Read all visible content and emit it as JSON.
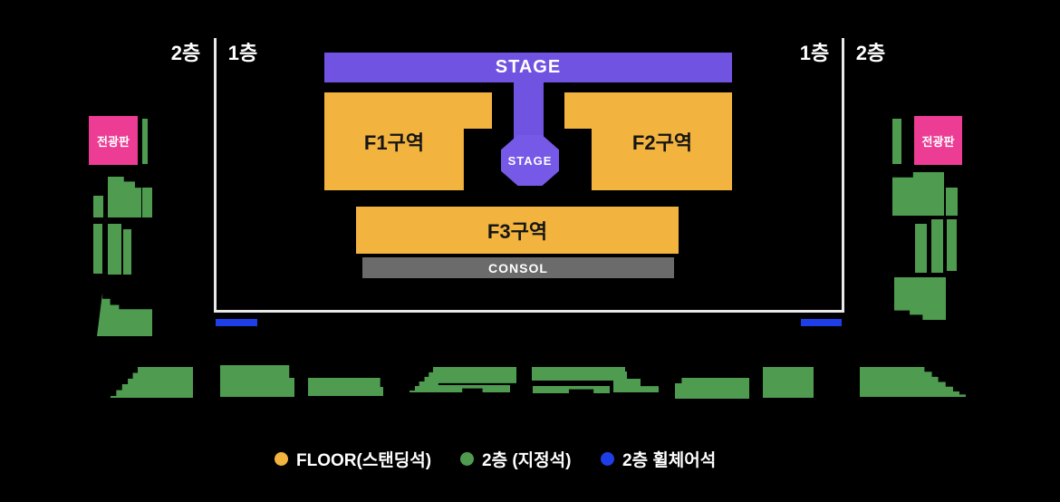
{
  "floor_labels": {
    "top_left_outer": "2층",
    "top_left_inner": "1층",
    "top_right_inner": "1층",
    "top_right_outer": "2층"
  },
  "stage": {
    "bar_label": "STAGE",
    "center_label": "STAGE"
  },
  "sections": {
    "f1_label": "F1구역",
    "f2_label": "F2구역",
    "f3_label": "F3구역",
    "consol_label": "CONSOL"
  },
  "screens": {
    "left_label": "전광판",
    "right_label": "전광판"
  },
  "legend": {
    "items": [
      {
        "name": "floor-standing",
        "label": "FLOOR(스탠딩석)",
        "color": "#F2B33F"
      },
      {
        "name": "second-floor-reserved",
        "label": "2층 (지정석)",
        "color": "#4F9B50"
      },
      {
        "name": "second-floor-wheelchair",
        "label": "2층 휠체어석",
        "color": "#1E3FE8"
      }
    ]
  },
  "colors": {
    "background": "#000000",
    "stage_purple": "#7153E1",
    "stage_center_purple": "#7759E8",
    "floor_yellow": "#F2B33F",
    "seat_green": "#4F9B50",
    "screen_pink": "#EC3C94",
    "console_gray": "#6B6B6B",
    "wheelchair_blue": "#1E3FE8",
    "line_white": "#E9E9E9"
  }
}
